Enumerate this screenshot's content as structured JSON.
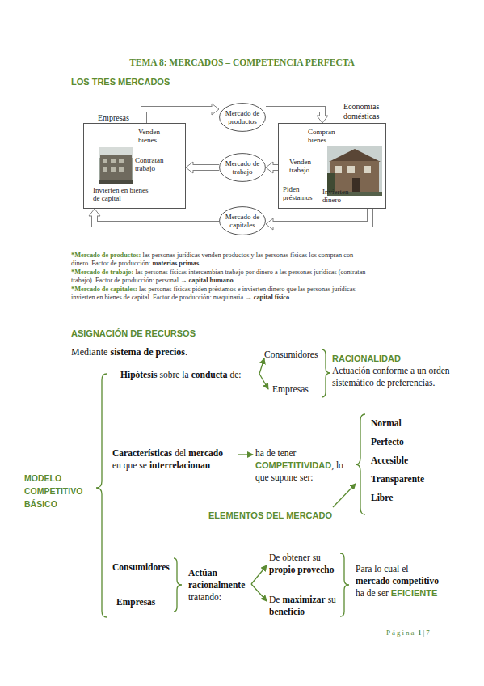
{
  "diagram": {
    "title": "TEMA 8: MERCADOS – COMPETENCIA PERFECTA",
    "nodes": [
      {
        "text": [
          "Empresas",
          "Venden bienes",
          "Contratan trabajo",
          "Invierten en bienes de capital"
        ]
      },
      {
        "text": [
          "Mercado de productos"
        ]
      },
      {
        "text": [
          "Economías domésticas",
          "Compran bienes",
          "Venden trabajo",
          "Piden préstamos",
          "Invierten dinero"
        ]
      },
      {
        "text": [
          "Mercado de trabajo"
        ]
      },
      {
        "text": [
          "Mercado de capitales"
        ]
      }
    ],
    "edges": [
      {
        "from": 0,
        "to": 1,
        "arrow": "to"
      },
      {
        "from": 1,
        "to": 2,
        "arrow": "to"
      },
      {
        "from": 3,
        "to": 0,
        "arrow": "to"
      },
      {
        "from": 2,
        "to": 3,
        "arrow": "to"
      },
      {
        "from": 4,
        "to": 0,
        "arrow": "to"
      },
      {
        "from": 2,
        "to": 4,
        "arrow": "to"
      }
    ],
    "labels": [
      "LOS TRES MERCADOS",
      "*Mercado de productos:",
      "las personas jurídicas venden productos y las personas físicas los compran con dinero. Factor de producción:",
      "materias primas",
      ".",
      "*Mercado de trabajo:",
      "las personas físicas intercambian trabajo por dinero a las personas jurídicas (contratan trabajo). Factor de producción: personal →",
      "capital humano",
      ".",
      "*Mercado de capitales:",
      "las personas físicas piden préstamos e invierten dinero que las personas jurídicas invierten en bienes de capital. Factor de producción: maquinaria →",
      "capital físico",
      ".",
      "ASIGNACIÓN DE RECURSOS",
      "Mediante",
      "sistema de precios",
      ".",
      "MODELO COMPETITIVO BÁSICO",
      "Hipótesis",
      "sobre la",
      "conducta",
      "de:",
      "Consumidores",
      "Empresas",
      "RACIONALIDAD",
      "Actuación conforme a un orden sistemático de preferencias.",
      "Características",
      "del",
      "mercado",
      "en que se",
      "interrelacionan",
      "ha de tener",
      "COMPETITIVIDAD",
      ", lo",
      "que supone ser:",
      "Normal",
      "Perfecto",
      "Accesible",
      "Transparente",
      "Libre",
      "ELEMENTOS DEL MERCADO",
      "Consumidores",
      "Empresas",
      "Actúan racionalmente",
      "tratando:",
      "De obtener su",
      "propio provecho",
      "De",
      "maximizar",
      "su",
      "beneficio",
      "Para lo cual el",
      "mercado competitivo",
      "ha de ser",
      "EFICIENTE",
      "Página",
      "1",
      "|7"
    ]
  }
}
